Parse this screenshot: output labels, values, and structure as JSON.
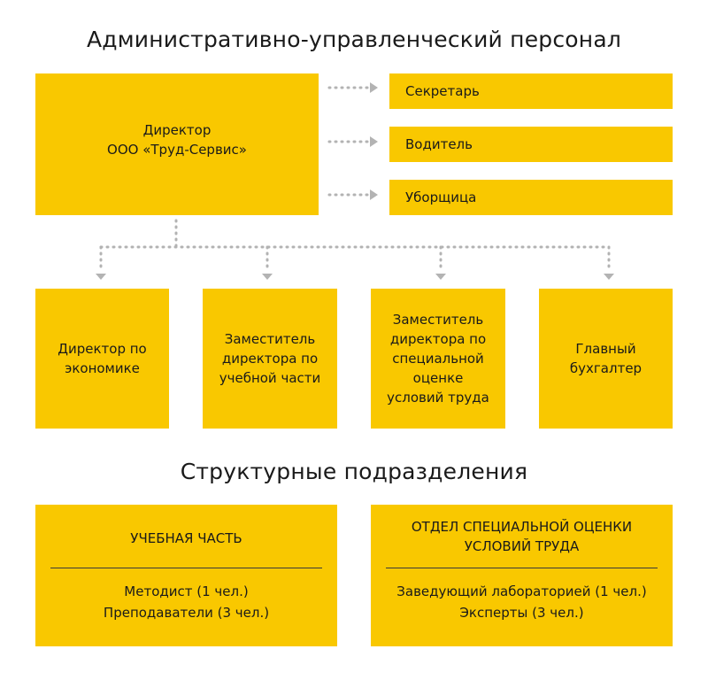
{
  "titles": {
    "admin": "Административно-управленческий персонал",
    "structural": "Структурные подразделения"
  },
  "director": {
    "line1": "Директор",
    "line2": "ООО «Труд-Сервис»"
  },
  "side_staff": [
    "Секретарь",
    "Водитель",
    "Уборщица"
  ],
  "deputies": [
    [
      "Директор по",
      "экономике"
    ],
    [
      "Заместитель",
      "директора по",
      "учебной части"
    ],
    [
      "Заместитель",
      "директора по",
      "специальной",
      "оценке",
      "условий труда"
    ],
    [
      "Главный",
      "бухгалтер"
    ]
  ],
  "departments": [
    {
      "title_lines": [
        "УЧЕБНАЯ ЧАСТЬ"
      ],
      "staff": [
        "Методист (1 чел.)",
        "Преподаватели (3 чел.)"
      ]
    },
    {
      "title_lines": [
        "ОТДЕЛ СПЕЦИАЛЬНОЙ ОЦЕНКИ",
        "УСЛОВИЙ ТРУДА"
      ],
      "staff": [
        "Заведующий лабораторией (1 чел.)",
        "Эксперты (3 чел.)"
      ]
    }
  ],
  "colors": {
    "box": "#f9c800",
    "connector": "#b3b3b3",
    "text": "#1a1a1a"
  }
}
